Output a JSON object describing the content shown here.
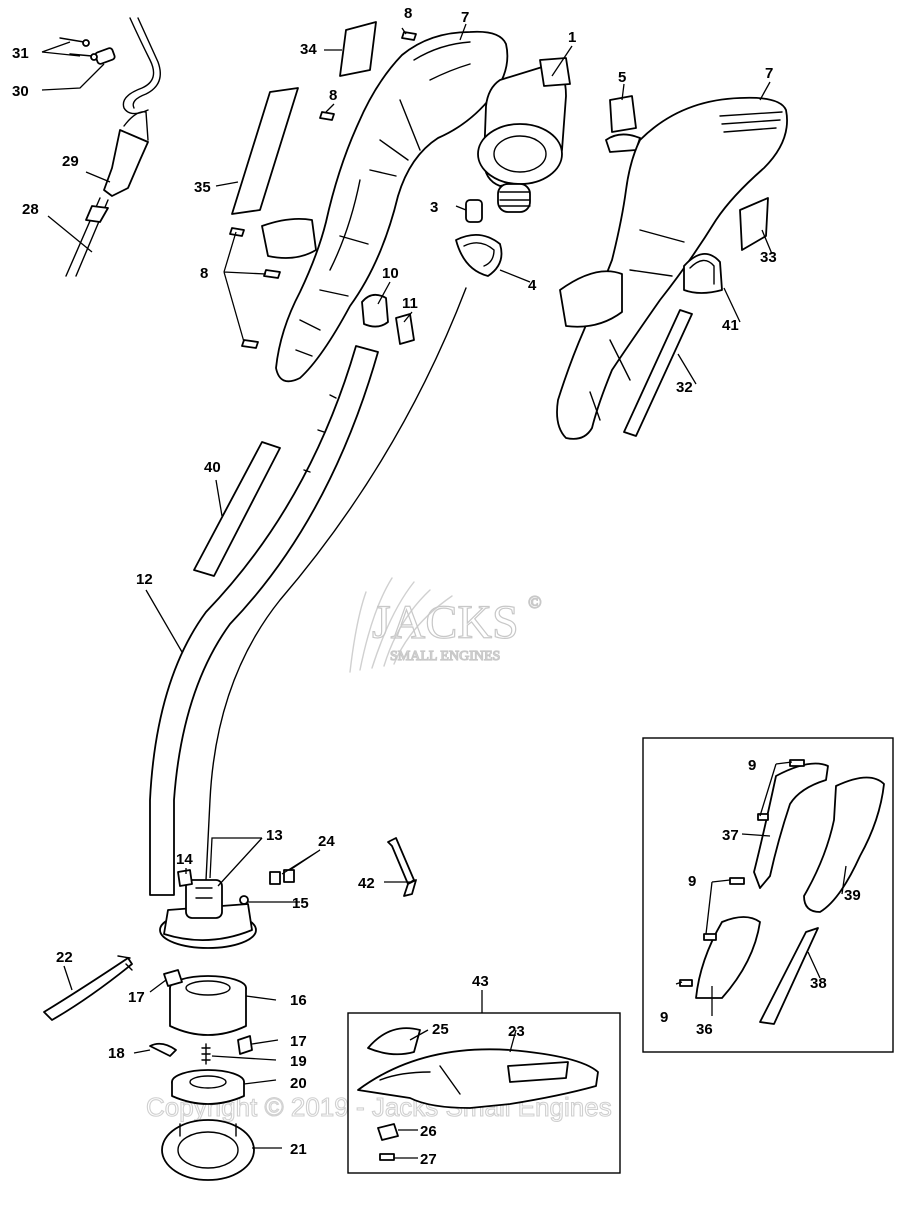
{
  "watermark": {
    "brand": "JACKS",
    "registered": "©",
    "subtitle": "SMALL ENGINES",
    "copyright": "Copyright © 2019 - Jacks Small Engines"
  },
  "callouts": {
    "c1": "1",
    "c3": "3",
    "c4": "4",
    "c5": "5",
    "c7a": "7",
    "c7b": "7",
    "c8a": "8",
    "c8b": "8",
    "c8c": "8",
    "c9a": "9",
    "c9b": "9",
    "c9c": "9",
    "c10": "10",
    "c11": "11",
    "c12": "12",
    "c13": "13",
    "c14": "14",
    "c15": "15",
    "c16": "16",
    "c17a": "17",
    "c17b": "17",
    "c18": "18",
    "c19": "19",
    "c20": "20",
    "c21": "21",
    "c22": "22",
    "c23": "23",
    "c24": "24",
    "c25": "25",
    "c26": "26",
    "c27": "27",
    "c28": "28",
    "c29": "29",
    "c30": "30",
    "c31": "31",
    "c32": "32",
    "c33": "33",
    "c34": "34",
    "c35": "35",
    "c36": "36",
    "c37": "37",
    "c38": "38",
    "c39": "39",
    "c40": "40",
    "c41": "41",
    "c42": "42",
    "c43": "43"
  }
}
